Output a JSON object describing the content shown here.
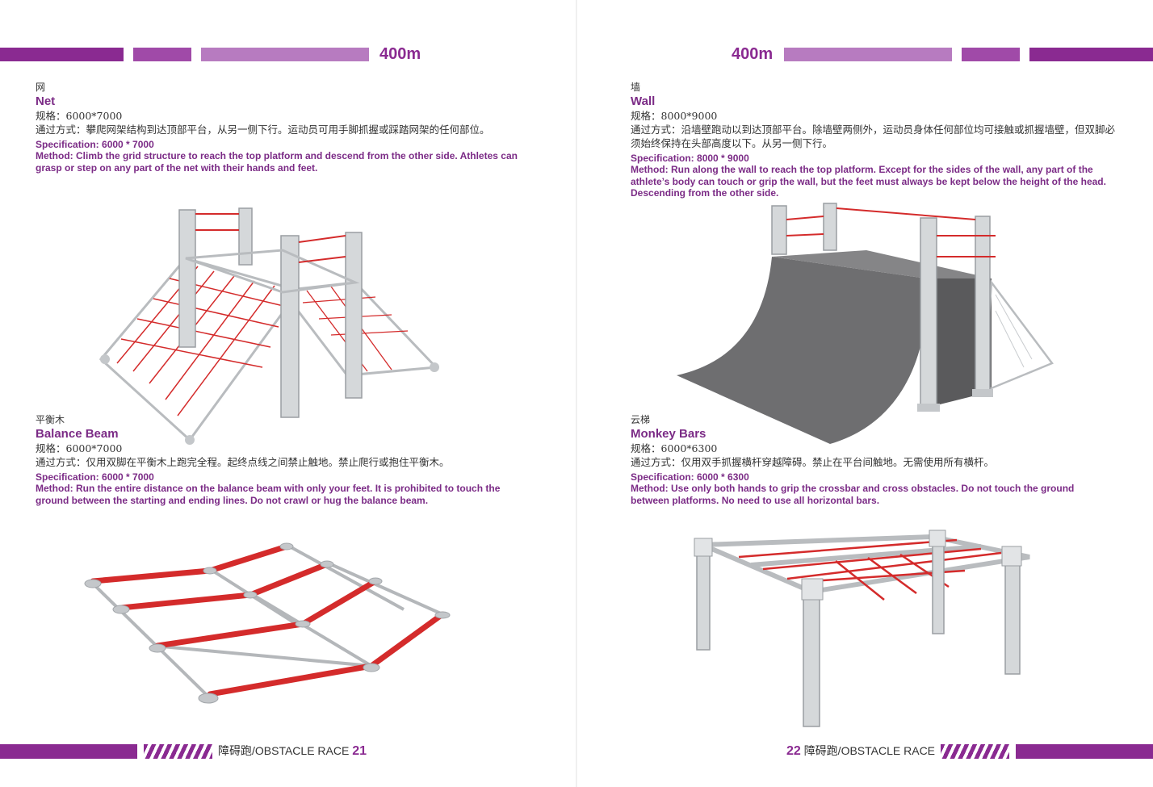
{
  "header": {
    "distance_left": "400m",
    "distance_right": "400m"
  },
  "colors": {
    "purple": "#8a2a91",
    "red": "#d42b2b",
    "steel": "#b9bcbf",
    "wall": "#6e6e70"
  },
  "obstacles": [
    {
      "cn_name": "网",
      "en_name": "Net",
      "cn_spec": "规格：6000*7000",
      "cn_method": "通过方式：攀爬网架结构到达顶部平台，从另一侧下行。运动员可用手脚抓握或踩踏网架的任何部位。",
      "en_spec": "Specification: 6000 * 7000",
      "en_method": "Method: Climb the grid structure to reach the top platform and descend from the other side. Athletes can grasp or step on any part of the net with their hands and feet."
    },
    {
      "cn_name": "平衡木",
      "en_name": "Balance Beam",
      "cn_spec": "规格：6000*7000",
      "cn_method": "通过方式：仅用双脚在平衡木上跑完全程。起终点线之间禁止触地。禁止爬行或抱住平衡木。",
      "en_spec": "Specification: 6000 * 7000",
      "en_method": "Method: Run the entire distance on the balance beam with only your feet. It is prohibited to touch the ground between the starting and ending lines. Do not crawl or hug the balance beam."
    },
    {
      "cn_name": "墙",
      "en_name": "Wall",
      "cn_spec": "规格：8000*9000",
      "cn_method": "通过方式：沿墙壁跑动以到达顶部平台。除墙壁两侧外，运动员身体任何部位均可接触或抓握墙壁，但双脚必须始终保持在头部高度以下。从另一侧下行。",
      "en_spec": "Specification: 8000 * 9000",
      "en_method": "Method: Run along the wall to reach the top platform. Except for the sides of the wall, any part of the athlete’s body can touch or grip the wall, but the feet must always be kept below the height of the head. Descending from the other side."
    },
    {
      "cn_name": "云梯",
      "en_name": "Monkey Bars",
      "cn_spec": "规格：6000*6300",
      "cn_method": "通过方式：仅用双手抓握横杆穿越障碍。禁止在平台间触地。无需使用所有横杆。",
      "en_spec": "Specification: 6000 * 6300",
      "en_method": "Method: Use only both hands to grip the crossbar and cross obstacles. Do not touch the ground between platforms. No need to use all horizontal bars."
    }
  ],
  "footer": {
    "left_text": "障碍跑/OBSTACLE RACE",
    "left_page": "21",
    "right_page": "22",
    "right_text": "障碍跑/OBSTACLE RACE"
  }
}
